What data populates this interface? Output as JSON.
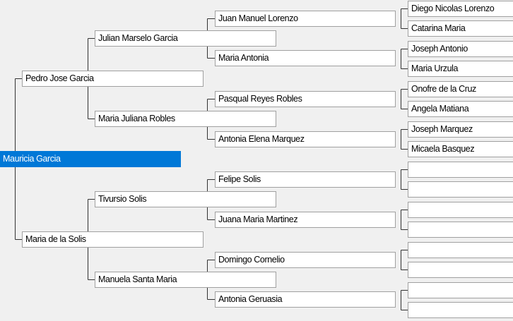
{
  "window": {
    "accent_color": "#0078d7"
  },
  "tree": {
    "root": {
      "name": "Mauricia Garcia"
    },
    "parents": [
      {
        "name": "Pedro Jose Garcia"
      },
      {
        "name": "Maria de la Solis"
      }
    ],
    "grandparents": [
      {
        "name": "Julian Marselo Garcia"
      },
      {
        "name": "Maria Juliana Robles"
      },
      {
        "name": "Tivursio Solis"
      },
      {
        "name": "Manuela Santa Maria"
      }
    ],
    "great_grandparents": [
      {
        "name": "Juan Manuel Lorenzo"
      },
      {
        "name": "Maria Antonia"
      },
      {
        "name": "Pasqual Reyes Robles"
      },
      {
        "name": "Antonia Elena Marquez"
      },
      {
        "name": "Felipe Solis"
      },
      {
        "name": "Juana Maria Martinez"
      },
      {
        "name": "Domingo Cornelio"
      },
      {
        "name": "Antonia Geruasia"
      }
    ],
    "gg_grandparents": [
      {
        "name": "Diego Nicolas Lorenzo"
      },
      {
        "name": "Catarina Maria"
      },
      {
        "name": "Joseph Antonio"
      },
      {
        "name": "Maria Urzula"
      },
      {
        "name": "Onofre de la Cruz"
      },
      {
        "name": "Angela Matiana"
      },
      {
        "name": "Joseph Marquez"
      },
      {
        "name": "Micaela Basquez"
      },
      {
        "name": ""
      },
      {
        "name": ""
      },
      {
        "name": ""
      },
      {
        "name": ""
      },
      {
        "name": ""
      },
      {
        "name": ""
      },
      {
        "name": ""
      },
      {
        "name": ""
      }
    ]
  }
}
